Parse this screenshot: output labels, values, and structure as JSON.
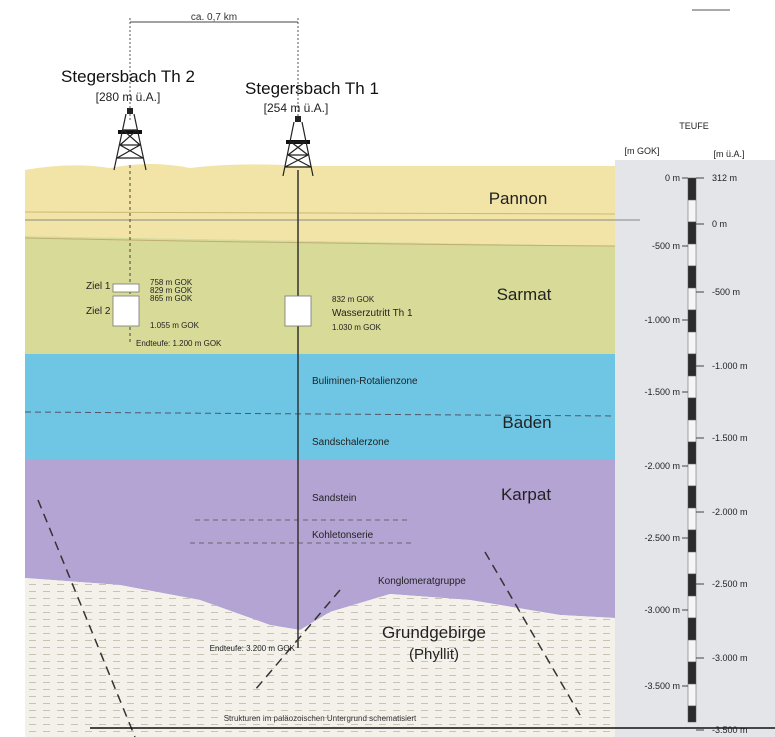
{
  "distance_label": "ca. 0,7 km",
  "wells": [
    {
      "name": "Stegersbach Th 2",
      "elevation": "[280 m ü.A.]"
    },
    {
      "name": "Stegersbach Th 1",
      "elevation": "[254 m ü.A.]"
    }
  ],
  "depth_scale": {
    "title": "TEUFE",
    "gok_header": "[m GOK]",
    "ua_header": "[m ü.A.]",
    "gok_ticks": [
      "0 m",
      "-500 m",
      "-1.000 m",
      "-1.500 m",
      "-2.000 m",
      "-2.500 m",
      "-3.000 m",
      "-3.500 m"
    ],
    "ua_ticks": [
      "312 m",
      "0 m",
      "-500 m",
      "-1.000 m",
      "-1.500 m",
      "-2.000 m",
      "-2.500 m",
      "-3.000 m",
      "-3.500 m"
    ]
  },
  "formations": [
    {
      "name": "Pannon",
      "color": "#f2e4a6"
    },
    {
      "name": "Sarmat",
      "color": "#d9dc9a"
    },
    {
      "name": "Baden",
      "color": "#6fc4e2"
    },
    {
      "name": "Karpat",
      "color": "#b3a3d3"
    },
    {
      "name": "Grundgebirge",
      "color": "#f3f0e8"
    }
  ],
  "basement_subtitle": "(Phyllit)",
  "subzones": {
    "buliminen": "Buliminen-Rotalienzone",
    "sandschaler": "Sandschalerzone",
    "sandstein": "Sandstein",
    "kohleton": "Kohletonserie",
    "konglomerat": "Konglomeratgruppe"
  },
  "th2_annotations": {
    "ziel1": "Ziel 1",
    "ziel2": "Ziel 2",
    "d1": "758 m GOK",
    "d2": "829 m GOK",
    "d3": "865 m GOK",
    "d4": "1.055 m GOK",
    "endteufe": "Endteufe: 1.200 m GOK"
  },
  "th1_annotations": {
    "d1": "832 m GOK",
    "wasserzutritt": "Wasserzutritt Th 1",
    "d2": "1.030 m GOK",
    "endteufe": "Endteufe: 3.200 m GOK"
  },
  "footnote": "Strukturen im paläozoischen Untergrund schematisiert"
}
